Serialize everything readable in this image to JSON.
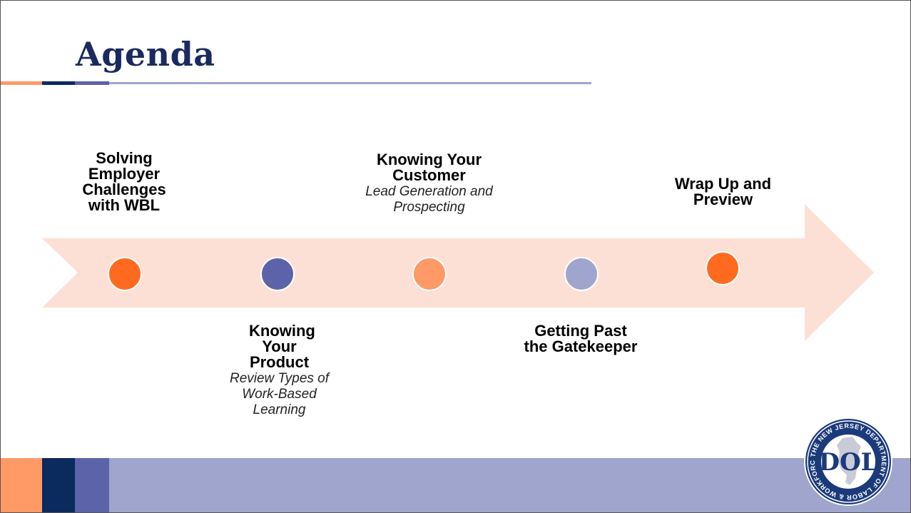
{
  "slide": {
    "title": "Agenda"
  },
  "colors": {
    "title": "#1a2a5e",
    "orange": "#ff6a1f",
    "light_orange": "#ff9966",
    "navy": "#0b2a5e",
    "purple": "#5c63a8",
    "lavender": "#9fa5cc",
    "arrow": "#fde0d5"
  },
  "timeline": {
    "items": [
      {
        "title": "Solving Employer Challenges with WBL",
        "subtitle": "",
        "dot_color": "#ff6a1f"
      },
      {
        "title": "Knowing Your Product",
        "subtitle": "Review Types of Work-Based Learning",
        "dot_color": "#5c63a8"
      },
      {
        "title": "Knowing Your Customer",
        "subtitle": "Lead Generation and Prospecting",
        "dot_color": "#ff9966"
      },
      {
        "title": "Getting Past the Gatekeeper",
        "subtitle": "",
        "dot_color": "#9fa5cc"
      },
      {
        "title": "Wrap Up and Preview",
        "subtitle": "",
        "dot_color": "#ff6a1f"
      }
    ]
  },
  "logo": {
    "icon": "nj-dol-seal",
    "center_text": "DOL",
    "ring_text": "THE NEW JERSEY DEPARTMENT OF LABOR & WORKFORCE DEVELOPMENT"
  }
}
